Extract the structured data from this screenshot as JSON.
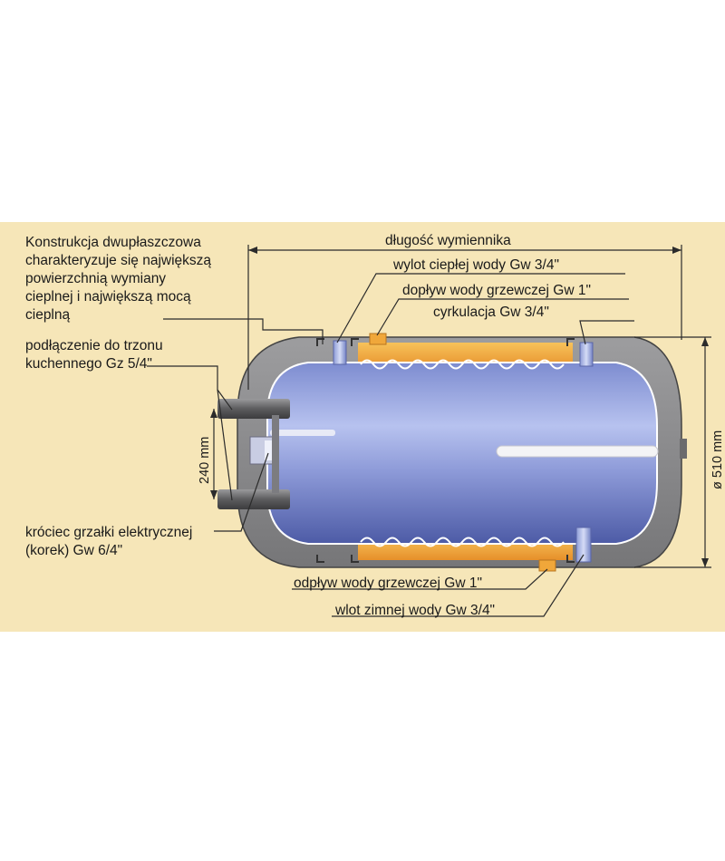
{
  "labels": {
    "construction_line1": "Konstrukcja dwupłaszczowa",
    "construction_line2": "charakteryzuje się największą",
    "construction_line3": "powierzchnią wymiany",
    "construction_line4": "cieplnej i największą mocą",
    "construction_line5": "cieplną",
    "stove_line1": "podłączenie do trzonu",
    "stove_line2": "kuchennego Gz 5/4\"",
    "heater_line1": "króciec grzałki elektrycznej",
    "heater_line2": "(korek) Gw 6/4\"",
    "exchanger_length": "długość wymiennika",
    "hot_water_outlet": "wylot ciepłej wody Gw 3/4\"",
    "heating_water_inlet": "dopływ wody grzewczej Gw 1\"",
    "circulation": "cyrkulacja Gw 3/4\"",
    "heating_water_outflow": "odpływ wody grzewczej Gw 1\"",
    "cold_water_inlet": "wlot zimnej wody Gw 3/4\"",
    "dim_240": "240 mm",
    "dim_510": "ø 510 mm"
  },
  "colors": {
    "background": "#f6e6b8",
    "jacket": "#8e8e90",
    "inner_tank": "#5f6fb4",
    "heating_space": "#f0a73a",
    "pipe": "#6a6a6a"
  }
}
